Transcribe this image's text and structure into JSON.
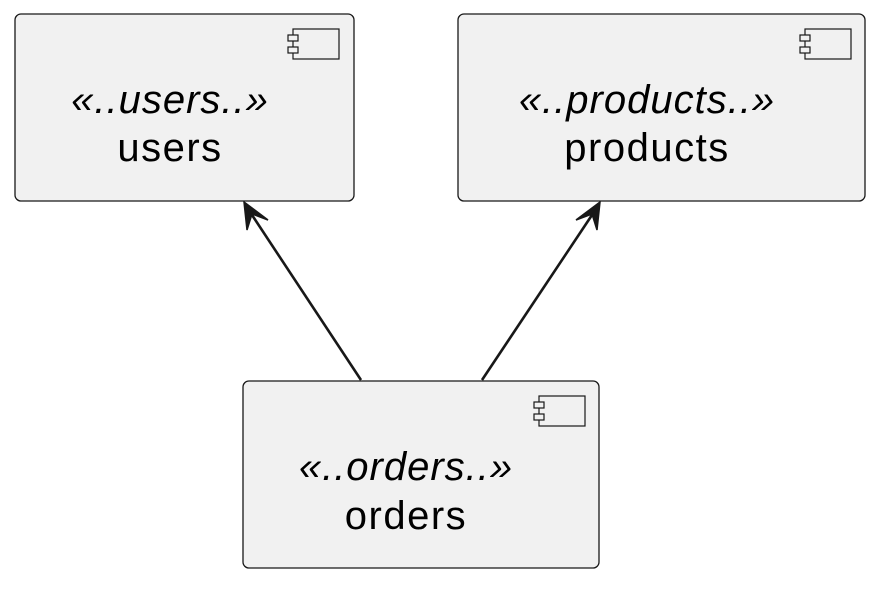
{
  "diagram": {
    "type": "component",
    "components": [
      {
        "id": "users",
        "stereotype": "«..users..»",
        "name": "users"
      },
      {
        "id": "products",
        "stereotype": "«..products..»",
        "name": "products"
      },
      {
        "id": "orders",
        "stereotype": "«..orders..»",
        "name": "orders"
      }
    ],
    "dependencies": [
      {
        "from": "orders",
        "to": "users"
      },
      {
        "from": "orders",
        "to": "products"
      }
    ]
  }
}
